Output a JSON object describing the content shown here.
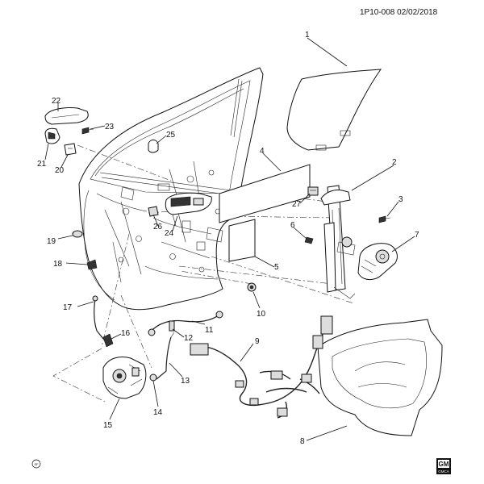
{
  "header": {
    "ref": "1P10-008 02/02/2018"
  },
  "footer": {
    "code": "SF",
    "logo_top": "GM",
    "logo_bottom": "GMCA"
  },
  "parts": [
    {
      "id": "1",
      "label": "1"
    },
    {
      "id": "2",
      "label": "2"
    },
    {
      "id": "3",
      "label": "3"
    },
    {
      "id": "4",
      "label": "4"
    },
    {
      "id": "5",
      "label": "5"
    },
    {
      "id": "6",
      "label": "6"
    },
    {
      "id": "7",
      "label": "7"
    },
    {
      "id": "8",
      "label": "8"
    },
    {
      "id": "9",
      "label": "9"
    },
    {
      "id": "10",
      "label": "10"
    },
    {
      "id": "11",
      "label": "11"
    },
    {
      "id": "12",
      "label": "12"
    },
    {
      "id": "13",
      "label": "13"
    },
    {
      "id": "14",
      "label": "14"
    },
    {
      "id": "15",
      "label": "15"
    },
    {
      "id": "16",
      "label": "16"
    },
    {
      "id": "17",
      "label": "17"
    },
    {
      "id": "18",
      "label": "18"
    },
    {
      "id": "19",
      "label": "19"
    },
    {
      "id": "20",
      "label": "20"
    },
    {
      "id": "21",
      "label": "21"
    },
    {
      "id": "22",
      "label": "22"
    },
    {
      "id": "23",
      "label": "23"
    },
    {
      "id": "24",
      "label": "24"
    },
    {
      "id": "25",
      "label": "25"
    },
    {
      "id": "26",
      "label": "26"
    },
    {
      "id": "27",
      "label": "27"
    }
  ]
}
